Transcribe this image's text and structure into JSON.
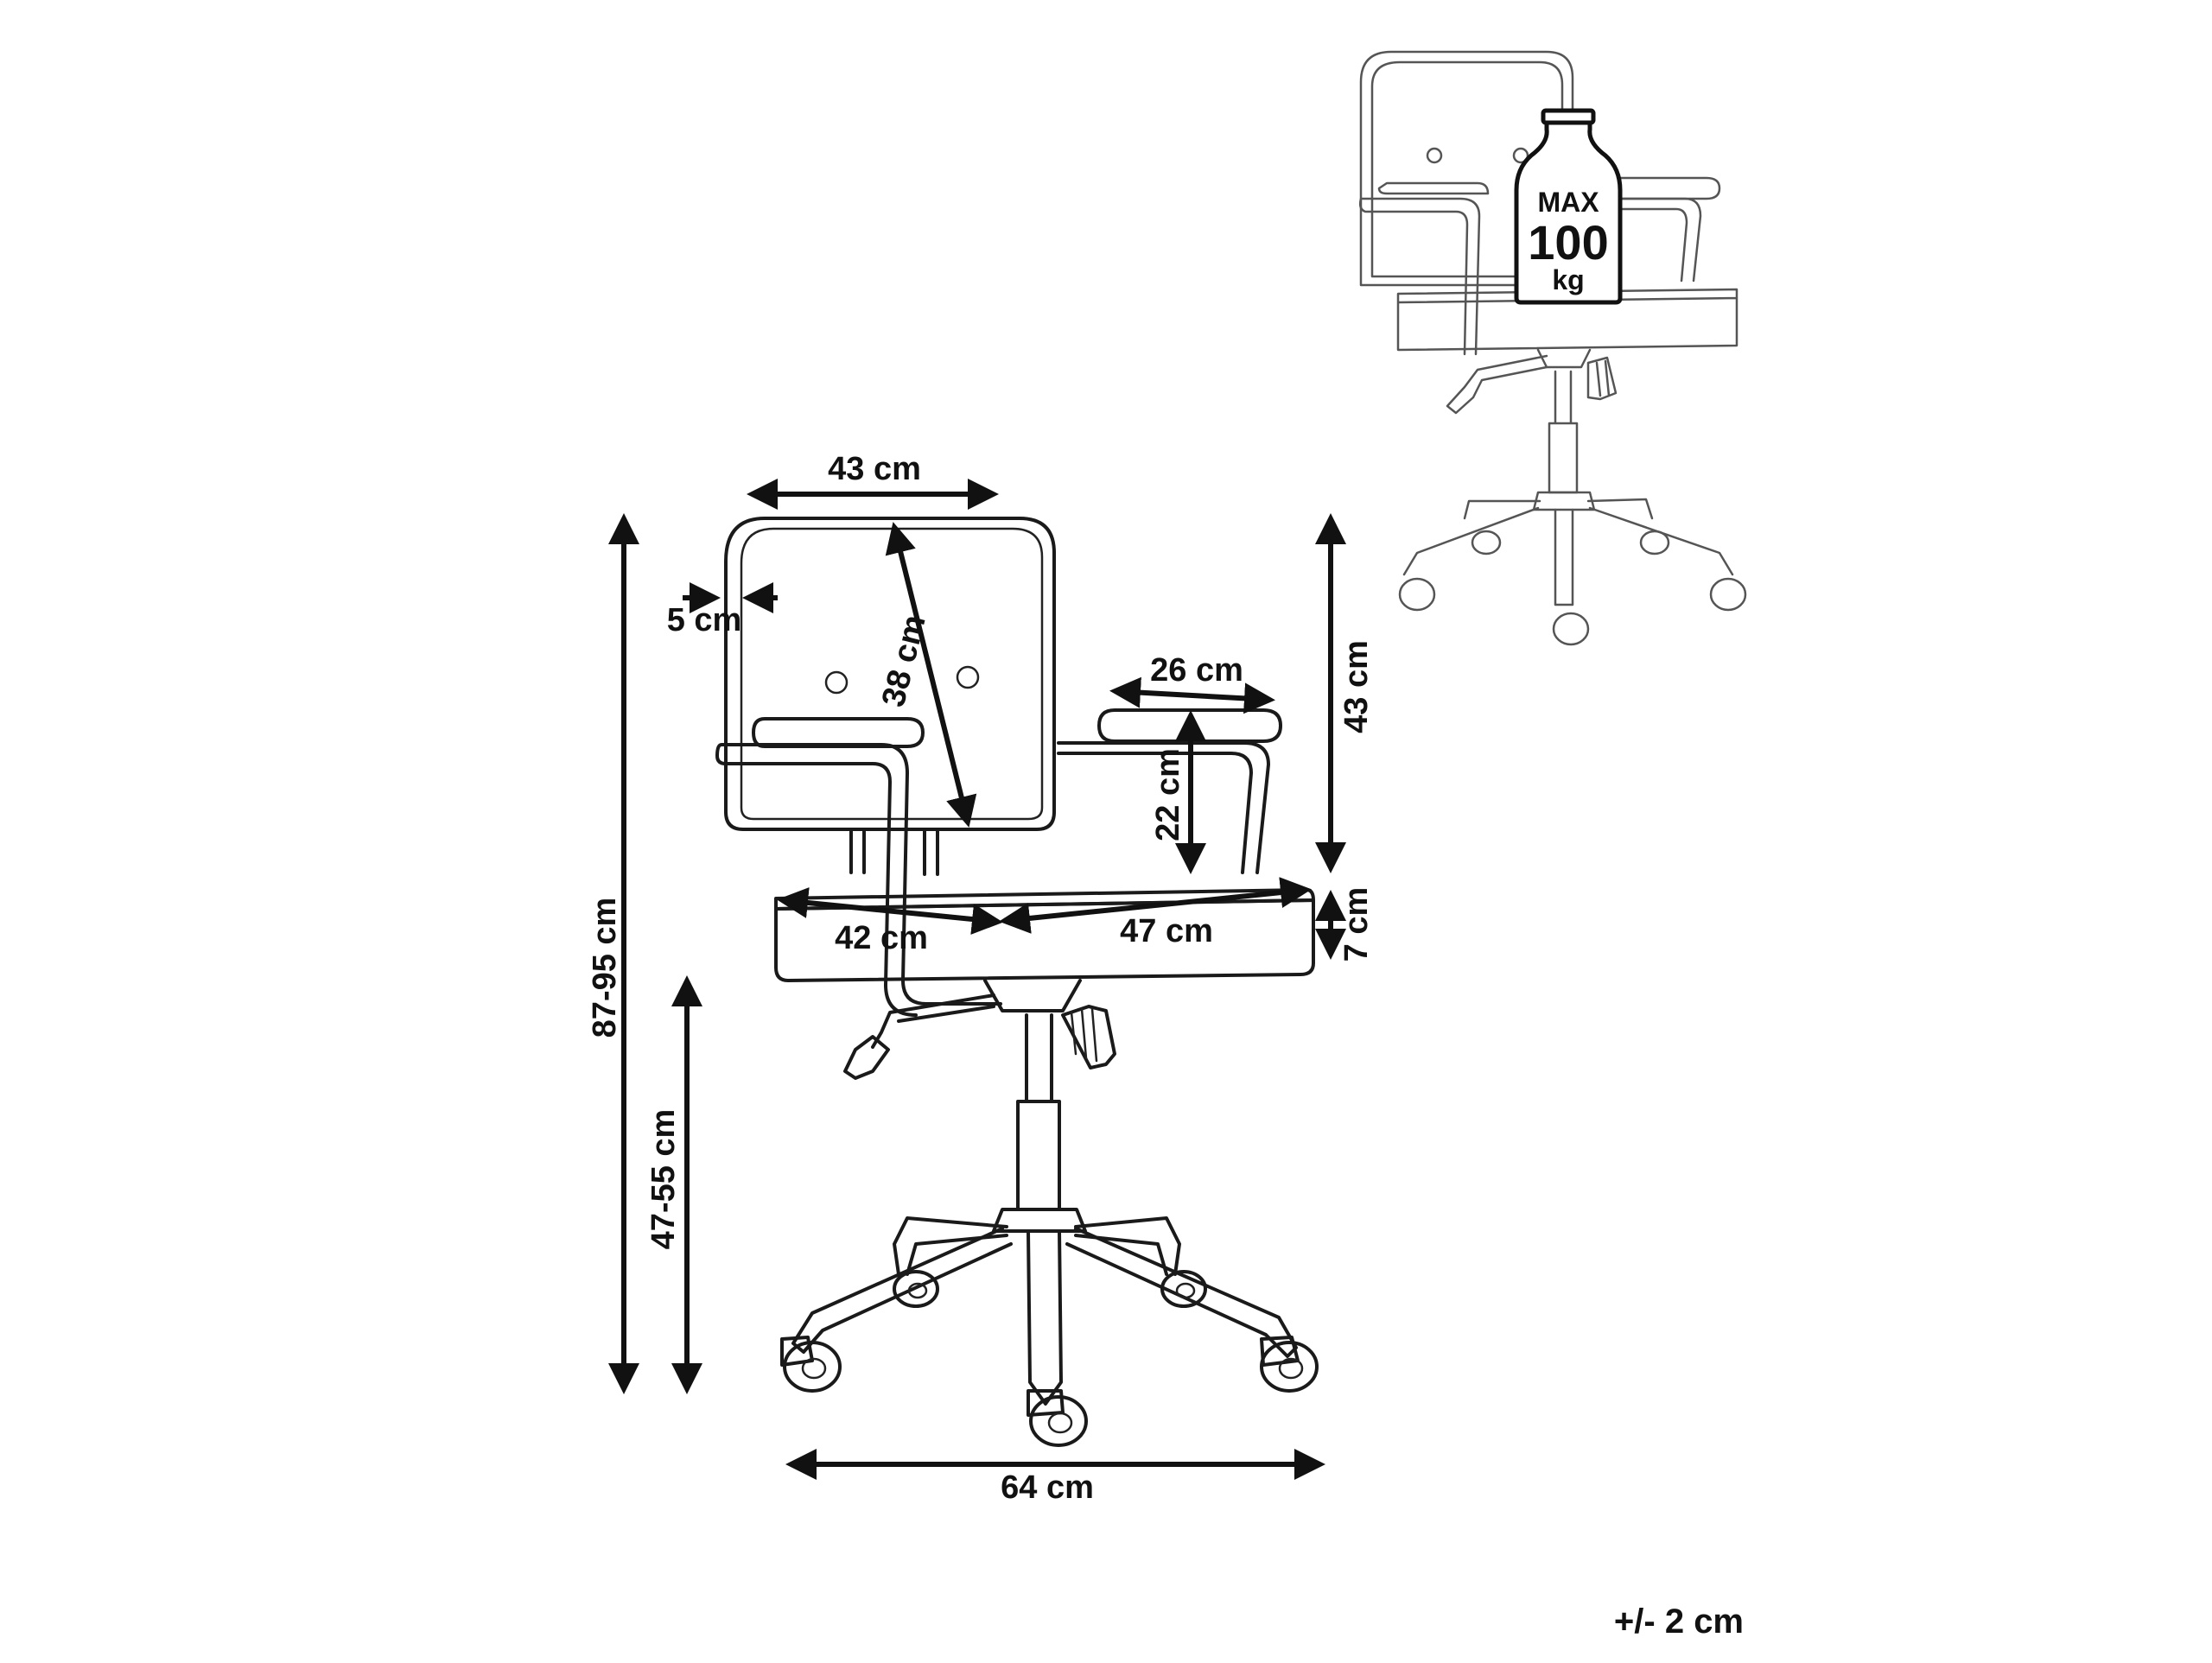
{
  "dimensions": {
    "backrest_width": "43 cm",
    "frame_depth": "5 cm",
    "backrest_height": "38 cm",
    "armrest_width": "26 cm",
    "armrest_height": "22 cm",
    "back_above_seat": "43 cm",
    "seat_thickness": "7 cm",
    "seat_width": "42 cm",
    "seat_depth": "47 cm",
    "total_height": "87-95 cm",
    "seat_height": "47-55 cm",
    "base_width": "64 cm"
  },
  "weight_badge": {
    "line1": "MAX",
    "line2": "100",
    "line3": "kg"
  },
  "tolerance": "+/- 2 cm"
}
